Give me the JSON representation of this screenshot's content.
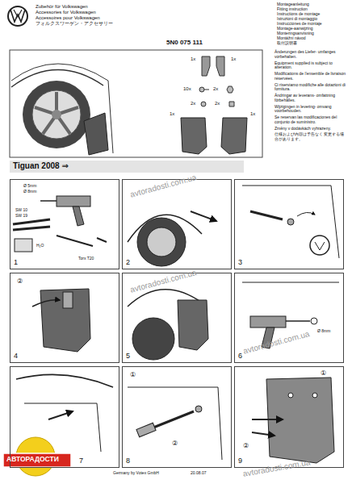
{
  "diagram": {
    "nodes": [
      {
        "text": [
          "1"
        ]
      },
      {
        "text": [
          "2"
        ]
      },
      {
        "text": [
          "3"
        ]
      },
      {
        "text": [
          "4"
        ]
      },
      {
        "text": [
          "5"
        ]
      },
      {
        "text": [
          "6"
        ]
      },
      {
        "text": [
          "7"
        ]
      },
      {
        "text": [
          "8"
        ]
      },
      {
        "text": [
          "9"
        ]
      }
    ],
    "labels": [
      "Zubehör für Volkswagen",
      "Accessories for Volkswagen",
      "Accessoires pour Volkswagen",
      "フォルクスワーゲン・アクセサリー",
      "Montageanleitung",
      "Fitting instruction",
      "Instructions de montage",
      "Istruzioni di montaggio",
      "Instrucciones de montaje",
      "Montage-aanwijzing",
      "Monteringsanvisning",
      "Montážní návod",
      "取付説明書",
      "5N0 075 111",
      "Änderungen des Liefer- umfanges vorbehalten.",
      "Equipment supplied is subject to alteration.",
      "Modifications de l'ensemble de livraison réservées.",
      "Ci riserviamo modifiche alle dotazioni di fornitura.",
      "Ändringar av leverans- omfattning förbehålles.",
      "Wijzigingen in levering- omvang voorbehouden.",
      "Se reservan las modificaciones del conjunto de suministro.",
      "Změny v dodávkách vyhrazeny.",
      "仕様および内容は予告なく 変更する場合があります。",
      "1x",
      "1x",
      "1x",
      "1x",
      "10x",
      "2x",
      "2x",
      "2x",
      "Tiguan 2008 ⇒",
      "Ø 5mm",
      "Ø 8mm",
      "SW 10",
      "SW 19",
      "H₂O",
      "Torx T20",
      "②",
      "Ø 8mm",
      "①",
      "②",
      "①",
      "②",
      "Germany by Votex GmbH",
      "20.08.07",
      "avtoradosti.com.ua",
      "avtoradosti.com.ua",
      "avtoradosti.com.ua",
      "avtoradosti.com.ua",
      "АВТОРАДОСТИ"
    ]
  }
}
